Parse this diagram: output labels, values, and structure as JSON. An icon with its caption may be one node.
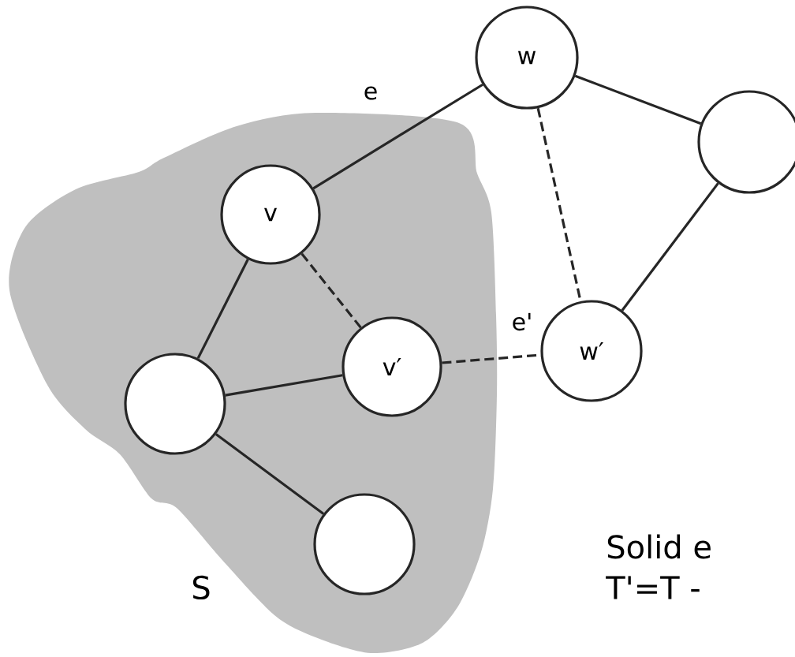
{
  "diagram": {
    "nodes": [
      {
        "text": [
          "S"
        ]
      },
      {
        "text": [
          "w"
        ]
      },
      {
        "text": [],
        "shape": "circle"
      },
      {
        "text": [
          "v"
        ],
        "in": 0
      },
      {
        "text": [
          "v′"
        ],
        "in": 0
      },
      {
        "text": [
          "w′"
        ]
      },
      {
        "text": [],
        "shape": "circle",
        "in": 0
      },
      {
        "text": [],
        "shape": "circle",
        "in": 0
      }
    ],
    "edges": [
      {
        "from": 3,
        "to": 1,
        "arrow": "none",
        "label": "e"
      },
      {
        "from": 1,
        "to": 2,
        "arrow": "none"
      },
      {
        "from": 1,
        "to": 5,
        "arrow": "none",
        "style": "dashed"
      },
      {
        "from": 2,
        "to": 5,
        "arrow": "none"
      },
      {
        "from": 3,
        "to": 6,
        "arrow": "none"
      },
      {
        "from": 3,
        "to": 4,
        "arrow": "none",
        "style": "dashed"
      },
      {
        "from": 6,
        "to": 4,
        "arrow": "none"
      },
      {
        "from": 4,
        "to": 5,
        "arrow": "none",
        "style": "dashed",
        "label": "e'"
      },
      {
        "from": 6,
        "to": 7,
        "arrow": "none"
      }
    ],
    "labels": [
      "Solid e",
      "T'=T -"
    ]
  }
}
